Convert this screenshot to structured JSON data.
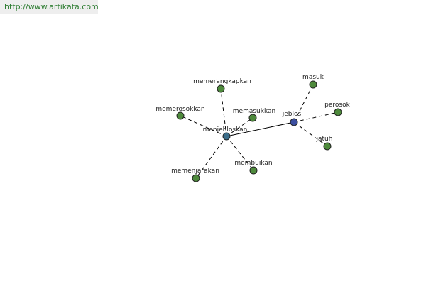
{
  "header": {
    "url": "http://www.artikata.com"
  },
  "colors": {
    "leaf_node": "#4e8a3c",
    "hub_node": "#3b6e8a",
    "secondary_hub_node": "#3b4ea0",
    "url_text": "#2e7d32"
  },
  "graph": {
    "nodes": [
      {
        "id": "menjebloskan",
        "label": "menjebloskan",
        "kind": "hub"
      },
      {
        "id": "jeblos",
        "label": "jeblos",
        "kind": "secondary-hub"
      },
      {
        "id": "memerangkapkan",
        "label": "memerangkapkan",
        "kind": "leaf"
      },
      {
        "id": "memerosokkan",
        "label": "memerosokkan",
        "kind": "leaf"
      },
      {
        "id": "memasukkan",
        "label": "memasukkan",
        "kind": "leaf"
      },
      {
        "id": "memenjarakan",
        "label": "memenjarakan",
        "kind": "leaf"
      },
      {
        "id": "membuikan",
        "label": "membuikan",
        "kind": "leaf"
      },
      {
        "id": "masuk",
        "label": "masuk",
        "kind": "leaf"
      },
      {
        "id": "perosok",
        "label": "perosok",
        "kind": "leaf"
      },
      {
        "id": "jatuh",
        "label": "jatuh",
        "kind": "leaf"
      }
    ],
    "edges": [
      {
        "from": "menjebloskan",
        "to": "jeblos",
        "style": "solid"
      },
      {
        "from": "menjebloskan",
        "to": "memerangkapkan",
        "style": "dashed"
      },
      {
        "from": "menjebloskan",
        "to": "memerosokkan",
        "style": "dashed"
      },
      {
        "from": "menjebloskan",
        "to": "memasukkan",
        "style": "dashed"
      },
      {
        "from": "menjebloskan",
        "to": "memenjarakan",
        "style": "dashed"
      },
      {
        "from": "menjebloskan",
        "to": "membuikan",
        "style": "dashed"
      },
      {
        "from": "jeblos",
        "to": "masuk",
        "style": "dashed"
      },
      {
        "from": "jeblos",
        "to": "perosok",
        "style": "dashed"
      },
      {
        "from": "jeblos",
        "to": "jatuh",
        "style": "dashed"
      }
    ]
  }
}
